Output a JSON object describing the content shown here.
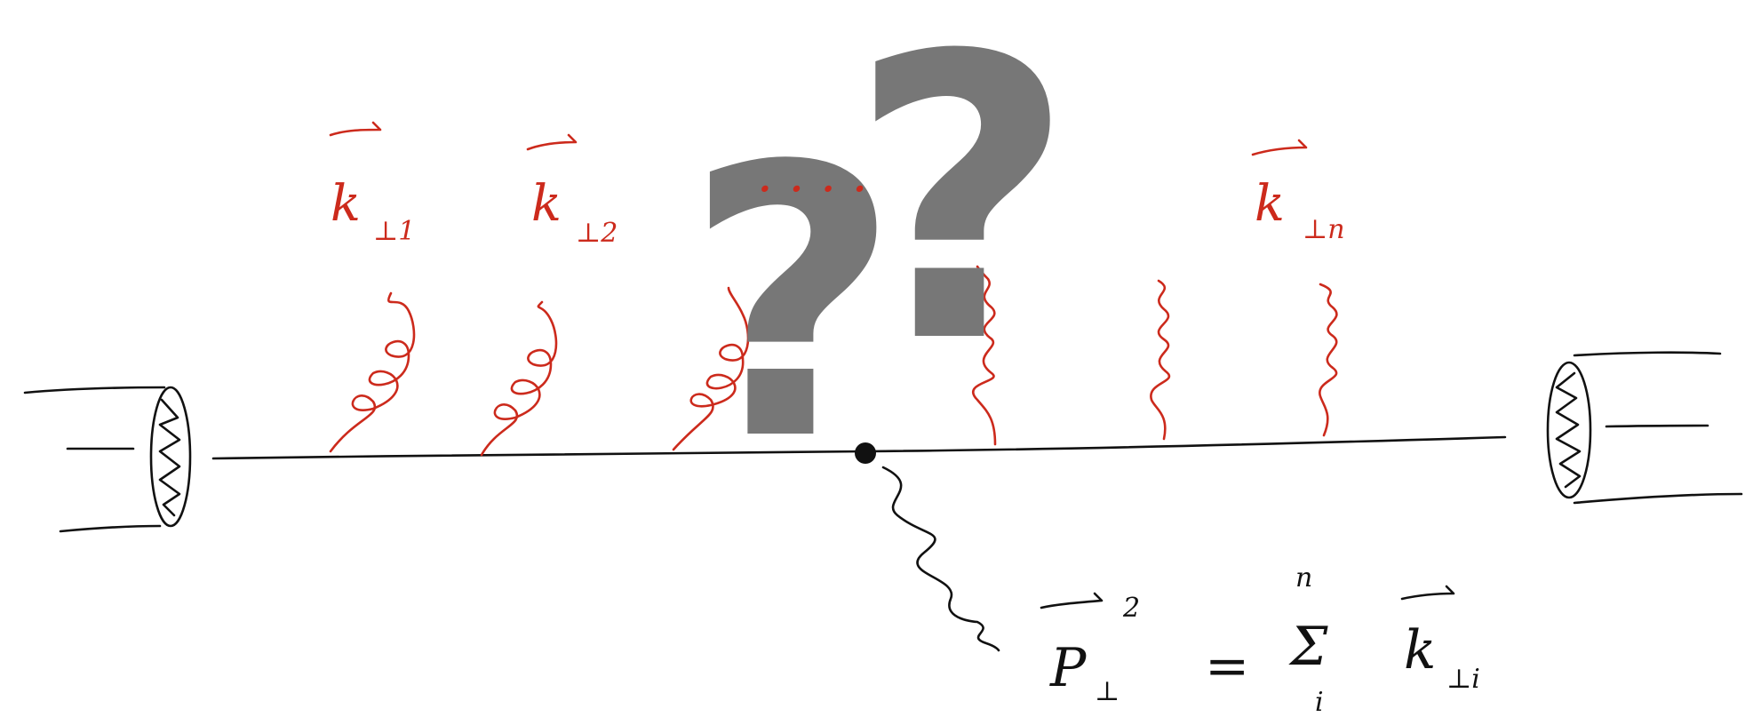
{
  "labels": {
    "k1": {
      "main": "k",
      "sub": "⊥1"
    },
    "k2": {
      "main": "k",
      "sub": "⊥2"
    },
    "ellipsis": "· · · ·",
    "kn": {
      "main": "k",
      "sub": "⊥n"
    },
    "formula": {
      "lhs_main": "P",
      "lhs_sub": "⊥",
      "lhs_sup": "2",
      "equals": "=",
      "sum": "Σ",
      "sum_upper": "n",
      "sum_lower": "i",
      "rhs_main": "k",
      "rhs_sub": "⊥i"
    }
  },
  "question_marks": [
    "?",
    "?"
  ],
  "colors": {
    "ink": "#111111",
    "gluon": "#cc2a1c",
    "question": "#777777"
  }
}
